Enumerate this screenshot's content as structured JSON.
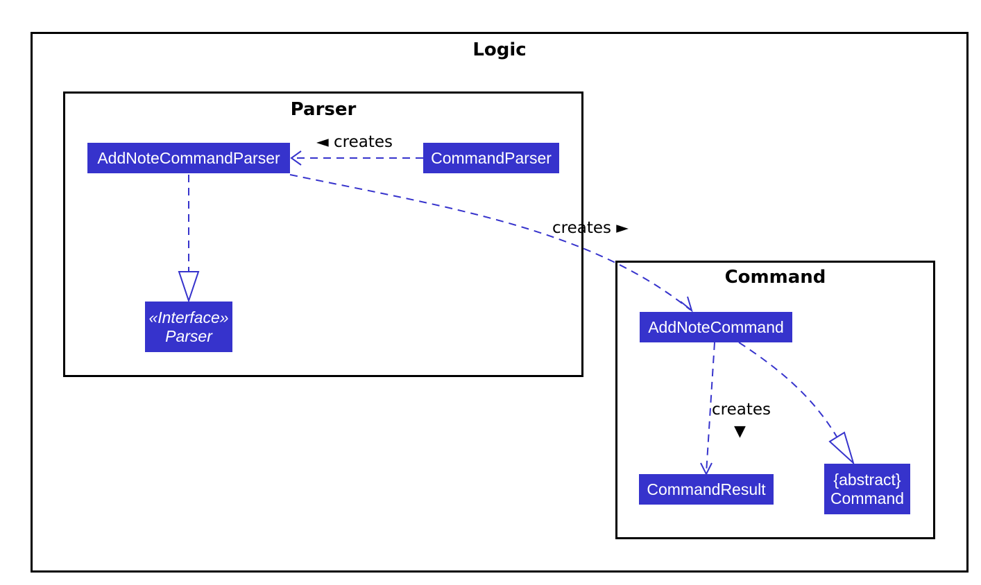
{
  "colors": {
    "class_fill": "#3633CC",
    "edge": "#3633CC",
    "border": "#000000",
    "background": "#FFFFFF"
  },
  "packages": {
    "logic": {
      "title": "Logic"
    },
    "parser": {
      "title": "Parser"
    },
    "command": {
      "title": "Command"
    }
  },
  "classes": {
    "add_note_command_parser": {
      "name": "AddNoteCommandParser"
    },
    "command_parser": {
      "name": "CommandParser"
    },
    "parser_interface": {
      "stereotype": "«Interface»",
      "name": "Parser"
    },
    "add_note_command": {
      "name": "AddNoteCommand"
    },
    "command_result": {
      "name": "CommandResult"
    },
    "command_abstract": {
      "stereotype": "{abstract}",
      "name": "Command"
    }
  },
  "relations": {
    "parser_creates": {
      "label": "◄ creates"
    },
    "command_creates": {
      "label": "creates ►"
    },
    "result_creates": {
      "label": "creates",
      "arrow": "▼"
    }
  }
}
